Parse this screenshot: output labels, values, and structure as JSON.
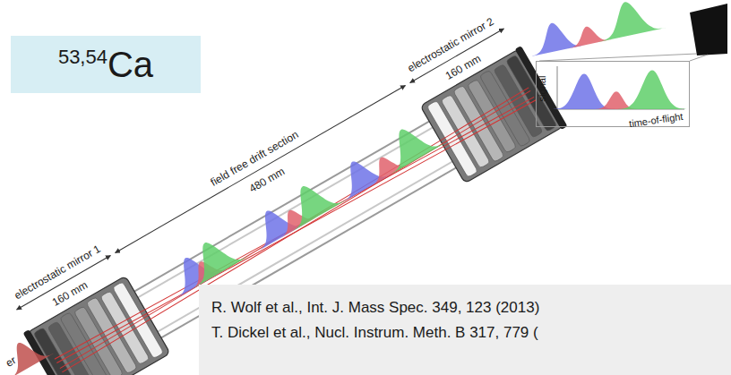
{
  "diagram": {
    "nodes": [
      {
        "text": [
          "53,54Ca"
        ]
      },
      {
        "text": [
          "signal",
          "time-of-flight"
        ]
      },
      {
        "text": [
          "R. Wolf et al., Int. J. Mass Spec. 349, 123 (2013)",
          "T. Dickel et al., Nucl. Instrum. Meth. B 317, 779 ("
        ]
      }
    ],
    "labels": [
      "electrostatic mirror 1",
      "160 mm",
      "field free drift section",
      "480 mm",
      "electrostatic mirror 2",
      "160 mm",
      "er"
    ]
  }
}
